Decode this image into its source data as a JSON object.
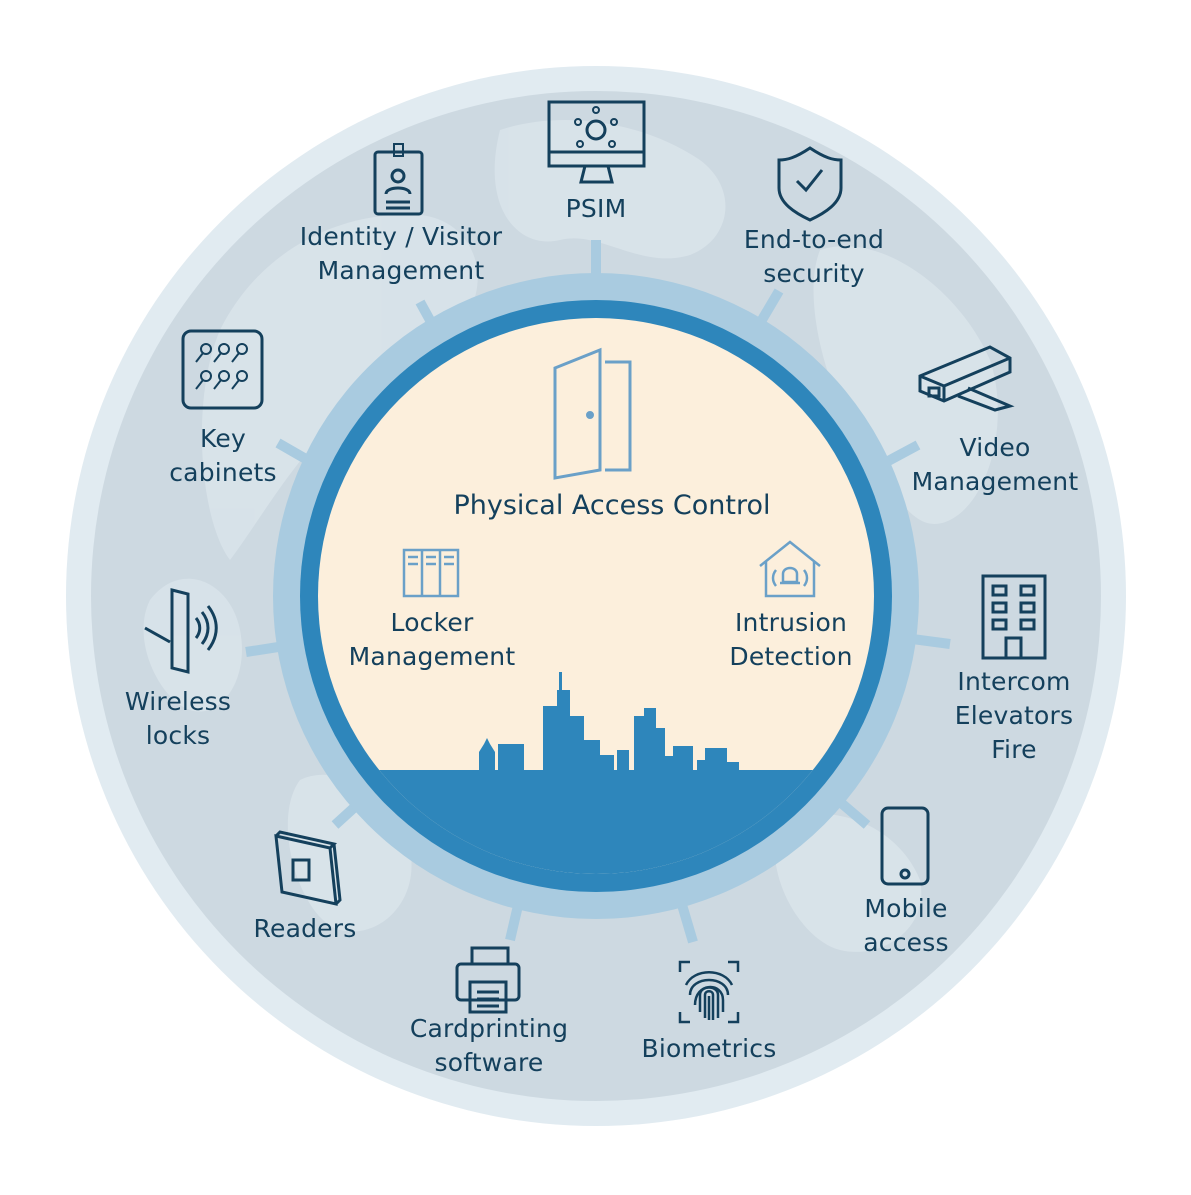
{
  "center": {
    "title": "Physical Access Control",
    "locker": [
      "Locker",
      "Management"
    ],
    "intrusion": [
      "Intrusion",
      "Detection"
    ]
  },
  "ring_items": {
    "psim": [
      "PSIM"
    ],
    "end_to_end": [
      "End-to-end",
      "security"
    ],
    "video": [
      "Video",
      "Management"
    ],
    "intercom": [
      "Intercom",
      "Elevators",
      "Fire"
    ],
    "mobile": [
      "Mobile",
      "access"
    ],
    "biometrics": [
      "Biometrics"
    ],
    "cardprinting": [
      "Cardprinting",
      "software"
    ],
    "readers": [
      "Readers"
    ],
    "wireless": [
      "Wireless",
      "locks"
    ],
    "key_cabinets": [
      "Key",
      "cabinets"
    ],
    "identity": [
      "Identity / Visitor",
      "Management"
    ]
  },
  "icons": [
    "monitor-icon",
    "shield-check-icon",
    "camera-icon",
    "building-icon",
    "phone-icon",
    "fingerprint-icon",
    "printer-icon",
    "reader-icon",
    "wireless-lock-icon",
    "key-cabinet-icon",
    "id-badge-icon",
    "door-icon",
    "locker-icon",
    "alarm-house-icon"
  ],
  "colors": {
    "outer_ring": "#dfe9ef",
    "ring_band": "#c9dae4",
    "light_blue": "#a9cbe0",
    "dark_blue": "#2e86bb",
    "inner_fill": "#fcefdc",
    "text": "#14405c"
  }
}
